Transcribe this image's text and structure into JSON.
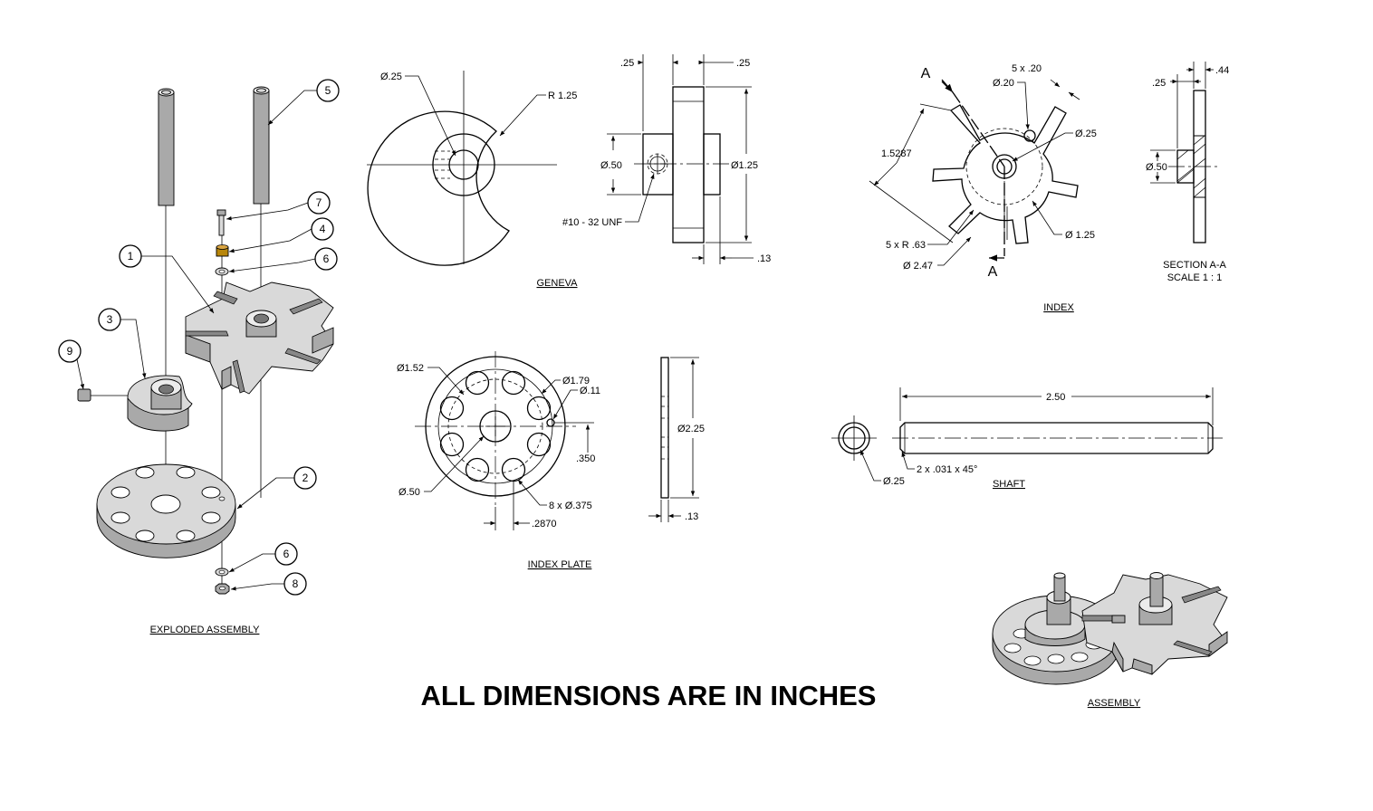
{
  "sheet_note": "ALL DIMENSIONS ARE IN INCHES",
  "views": {
    "exploded": {
      "title": "EXPLODED ASSEMBLY",
      "balloons": [
        "1",
        "2",
        "3",
        "4",
        "5",
        "6",
        "7",
        "8",
        "9",
        "6"
      ]
    },
    "geneva": {
      "title": "GENEVA",
      "dims": {
        "bore": "Ø.25",
        "radius": "R 1.25",
        "top_left": ".25",
        "top_right": ".25",
        "hub_dia": "Ø.50",
        "outer_dia": "Ø1.25",
        "thread": "#10 - 32 UNF",
        "thickness": ".13"
      }
    },
    "index": {
      "title": "INDEX",
      "dims": {
        "slots": "5 x .20",
        "pin_hole": "Ø.20",
        "bore": "Ø.25",
        "length": "1.5287",
        "radius": "5 x R .63",
        "outer_dia": "Ø 2.47",
        "pitch_dia": "Ø 1.25"
      },
      "section_label": "A"
    },
    "section": {
      "title_line1": "SECTION A-A",
      "title_line2": "SCALE 1 : 1",
      "dims": {
        "hub_len": ".25",
        "plate": ".44",
        "hub_dia": "Ø.50"
      }
    },
    "index_plate": {
      "title": "INDEX PLATE",
      "dims": {
        "inner_circle": "Ø1.52",
        "outer_circle": "Ø1.79",
        "pin_hole": "Ø.11",
        "offset": ".350",
        "center_hole": "Ø.50",
        "holes": "8 x Ø.375",
        "spacing": ".2870",
        "outer_dia": "Ø2.25",
        "thickness": ".13"
      }
    },
    "shaft": {
      "title": "SHAFT",
      "dims": {
        "length": "2.50",
        "chamfer": "2 x .031 x 45°",
        "dia": "Ø.25"
      }
    },
    "assembly": {
      "title": "ASSEMBLY"
    }
  }
}
